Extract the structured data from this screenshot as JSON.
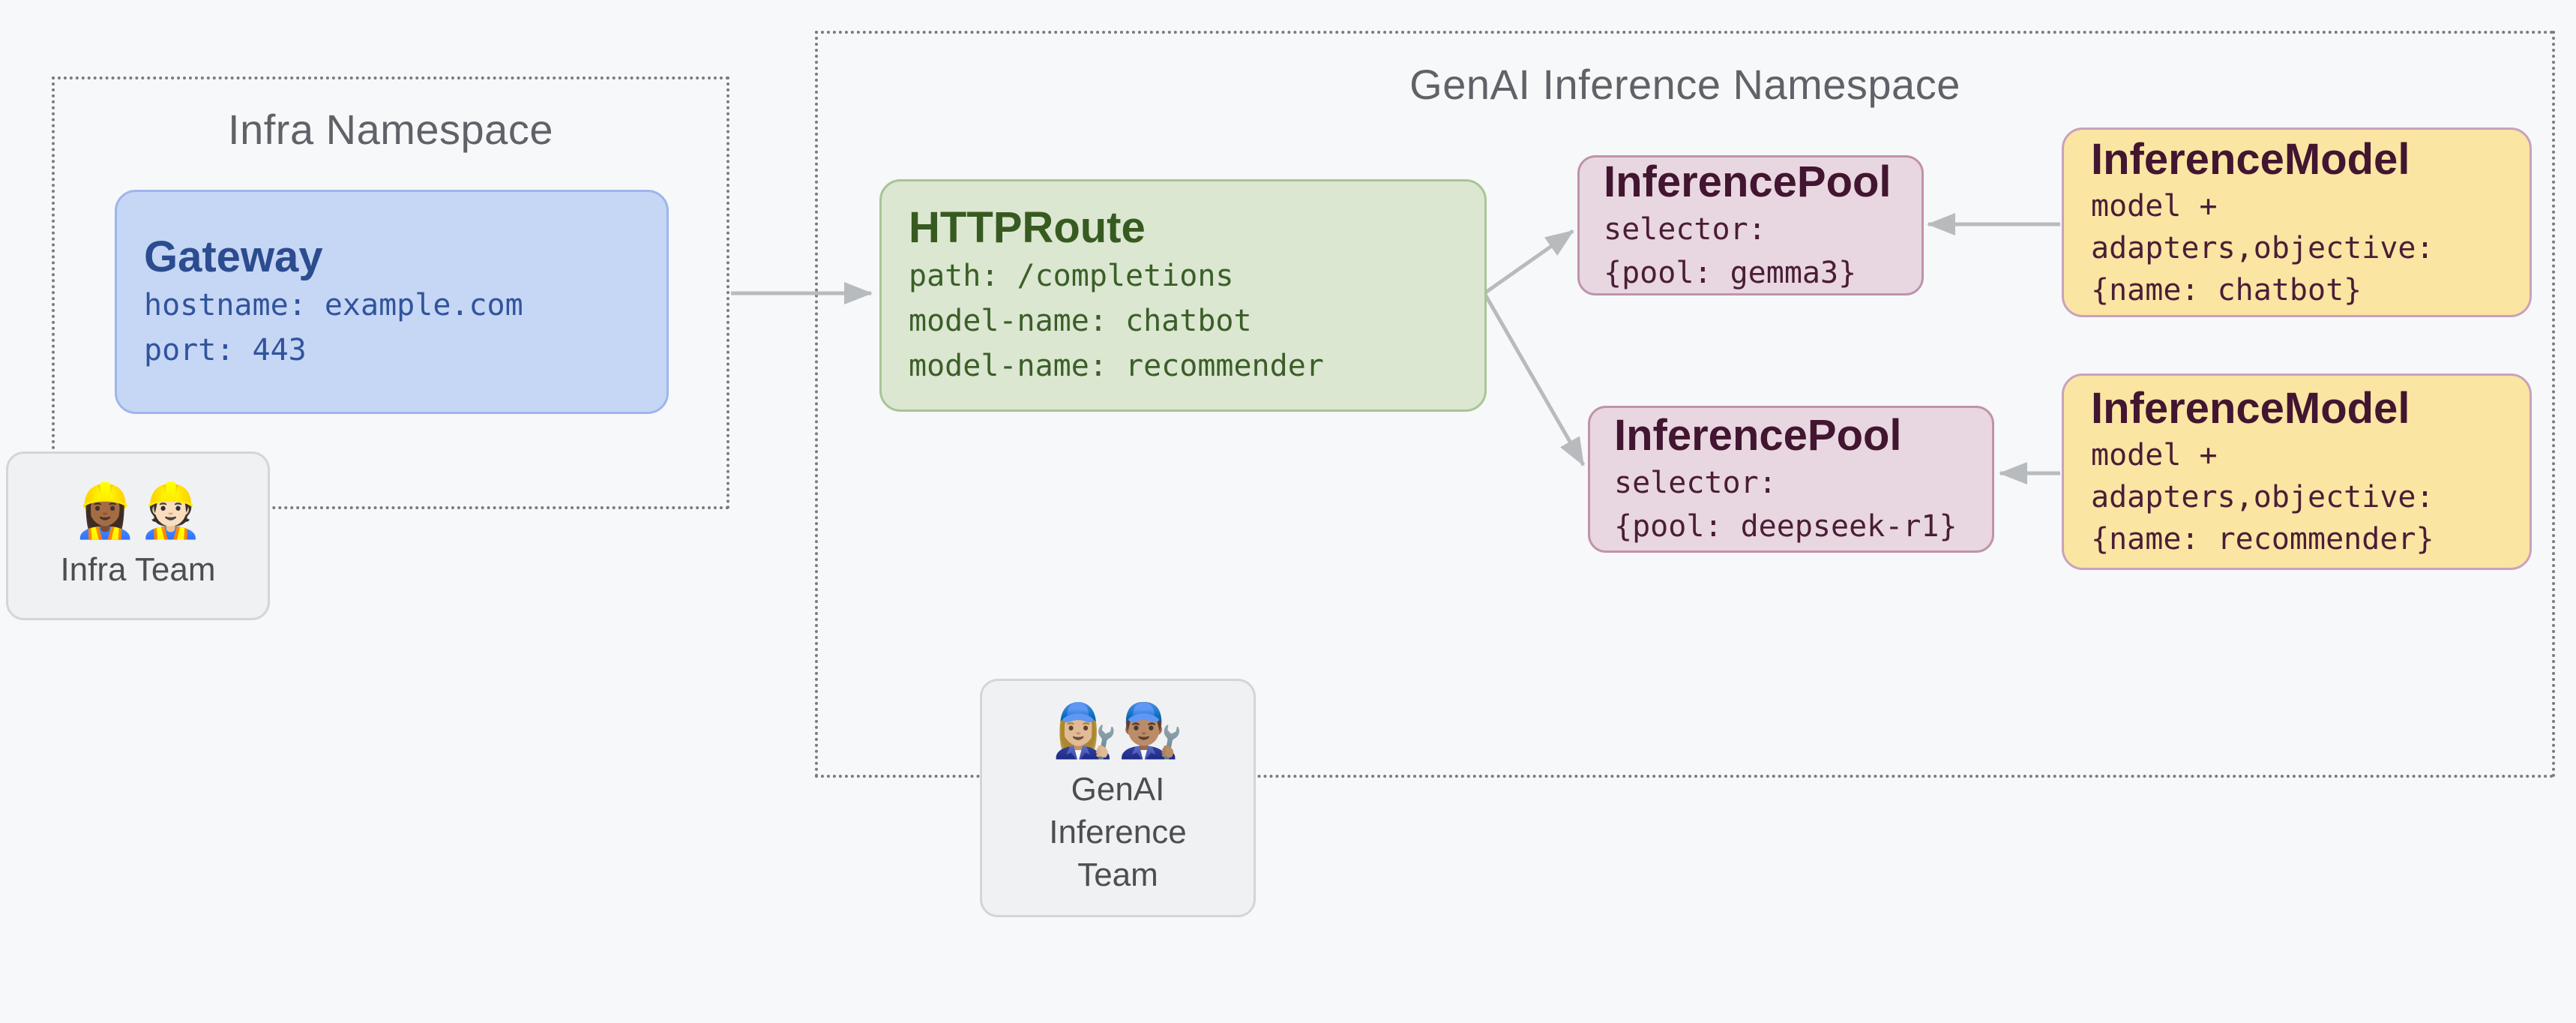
{
  "namespaces": {
    "infra": {
      "title": "Infra Namespace"
    },
    "genai": {
      "title": "GenAI Inference Namespace"
    }
  },
  "nodes": {
    "gateway": {
      "title": "Gateway",
      "lines": [
        "hostname: example.com",
        "port: 443"
      ]
    },
    "httproute": {
      "title": "HTTPRoute",
      "lines": [
        "path: /completions",
        "model-name: chatbot",
        "model-name: recommender"
      ]
    },
    "pool_gemma3": {
      "title": "InferencePool",
      "lines": [
        "selector:",
        "{pool: gemma3}"
      ]
    },
    "pool_deepseek": {
      "title": "InferencePool",
      "lines": [
        "selector:",
        "{pool: deepseek-r1}"
      ]
    },
    "model_chatbot": {
      "title": "InferenceModel",
      "lines": [
        "model +",
        "adapters,objective:",
        "{name: chatbot}"
      ]
    },
    "model_recommender": {
      "title": "InferenceModel",
      "lines": [
        "model +",
        "adapters,objective:",
        "{name: recommender}"
      ]
    }
  },
  "teams": {
    "infra": {
      "members": [
        "👷🏾‍♀️",
        "👷🏻"
      ],
      "label": "Infra Team"
    },
    "genai": {
      "members": [
        "👩🏼‍🔧",
        "👨🏽‍🔧"
      ],
      "label": "GenAI Inference Team"
    }
  },
  "colors": {
    "background": "#f7f8fa",
    "namespace_border": "#7b7b7b",
    "namespace_title": "#5f6368",
    "arrow": "#b8bbbe",
    "gateway_fill": "#c6d6f5",
    "gateway_border": "#9db6eb",
    "gateway_text": "#2b4d8f",
    "httproute_fill": "#dbe7d1",
    "httproute_border": "#a9c496",
    "httproute_text": "#375a20",
    "pool_fill": "#e8d7e1",
    "pool_border": "#c093aa",
    "pool_text": "#421530",
    "model_fill": "#fae5a3",
    "model_border": "#c8a2bc",
    "model_text": "#421530",
    "team_fill": "#f0f1f2",
    "team_border": "#d5d5d5",
    "team_text": "#4c4f52"
  }
}
